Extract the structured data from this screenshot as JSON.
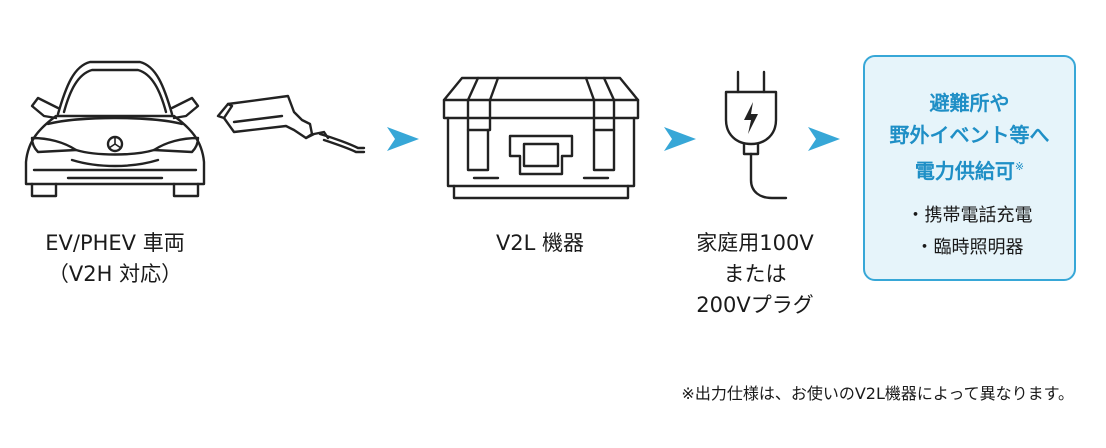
{
  "steps": {
    "vehicle": {
      "line1": "EV/PHEV 車両",
      "line2": "（V2H 対応）"
    },
    "device": {
      "line1": "V2L 機器"
    },
    "plug": {
      "line1": "家庭用100V",
      "line2": "または",
      "line3": "200Vプラグ"
    }
  },
  "result": {
    "title_line1": "避難所や",
    "title_line2": "野外イベント等へ",
    "title_line3": "電力供給可",
    "title_mark": "※",
    "items": [
      "・携帯電話充電",
      "・臨時照明器"
    ]
  },
  "footnote": "※出力仕様は、お使いのV2L機器によって異なります。",
  "colors": {
    "accent": "#37a7d7",
    "accent_text": "#1f8fc6",
    "box_fill": "#e6f4fa",
    "line_art": "#222222"
  },
  "icons": [
    "car-front-icon",
    "charging-connector-icon",
    "v2l-device-case-icon",
    "power-plug-icon",
    "arrow-right-icon"
  ]
}
